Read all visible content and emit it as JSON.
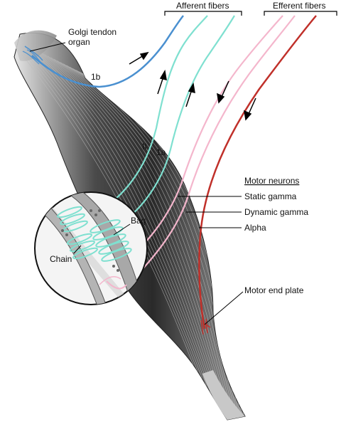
{
  "labels": {
    "afferent": "Afferent fibers",
    "efferent": "Efferent fibers",
    "golgi_line1": "Golgi tendon",
    "golgi_line2": "organ",
    "fiber_1b": "1b",
    "fiber_II": "II",
    "fiber_1a": "1a",
    "motor_neurons": "Motor neurons",
    "static_gamma": "Static gamma",
    "dynamic_gamma": "Dynamic gamma",
    "alpha": "Alpha",
    "bag": "Bag",
    "chain": "Chain",
    "motor_end_plate": "Motor end plate"
  },
  "colors": {
    "golgi_fiber": "#4a90d0",
    "afferent_fiber": "#7fe0d0",
    "gamma_fiber": "#f4b6cc",
    "alpha_fiber": "#c0302a",
    "muscle_dark": "#2a2a2a",
    "muscle_light": "#d8d8d8"
  }
}
